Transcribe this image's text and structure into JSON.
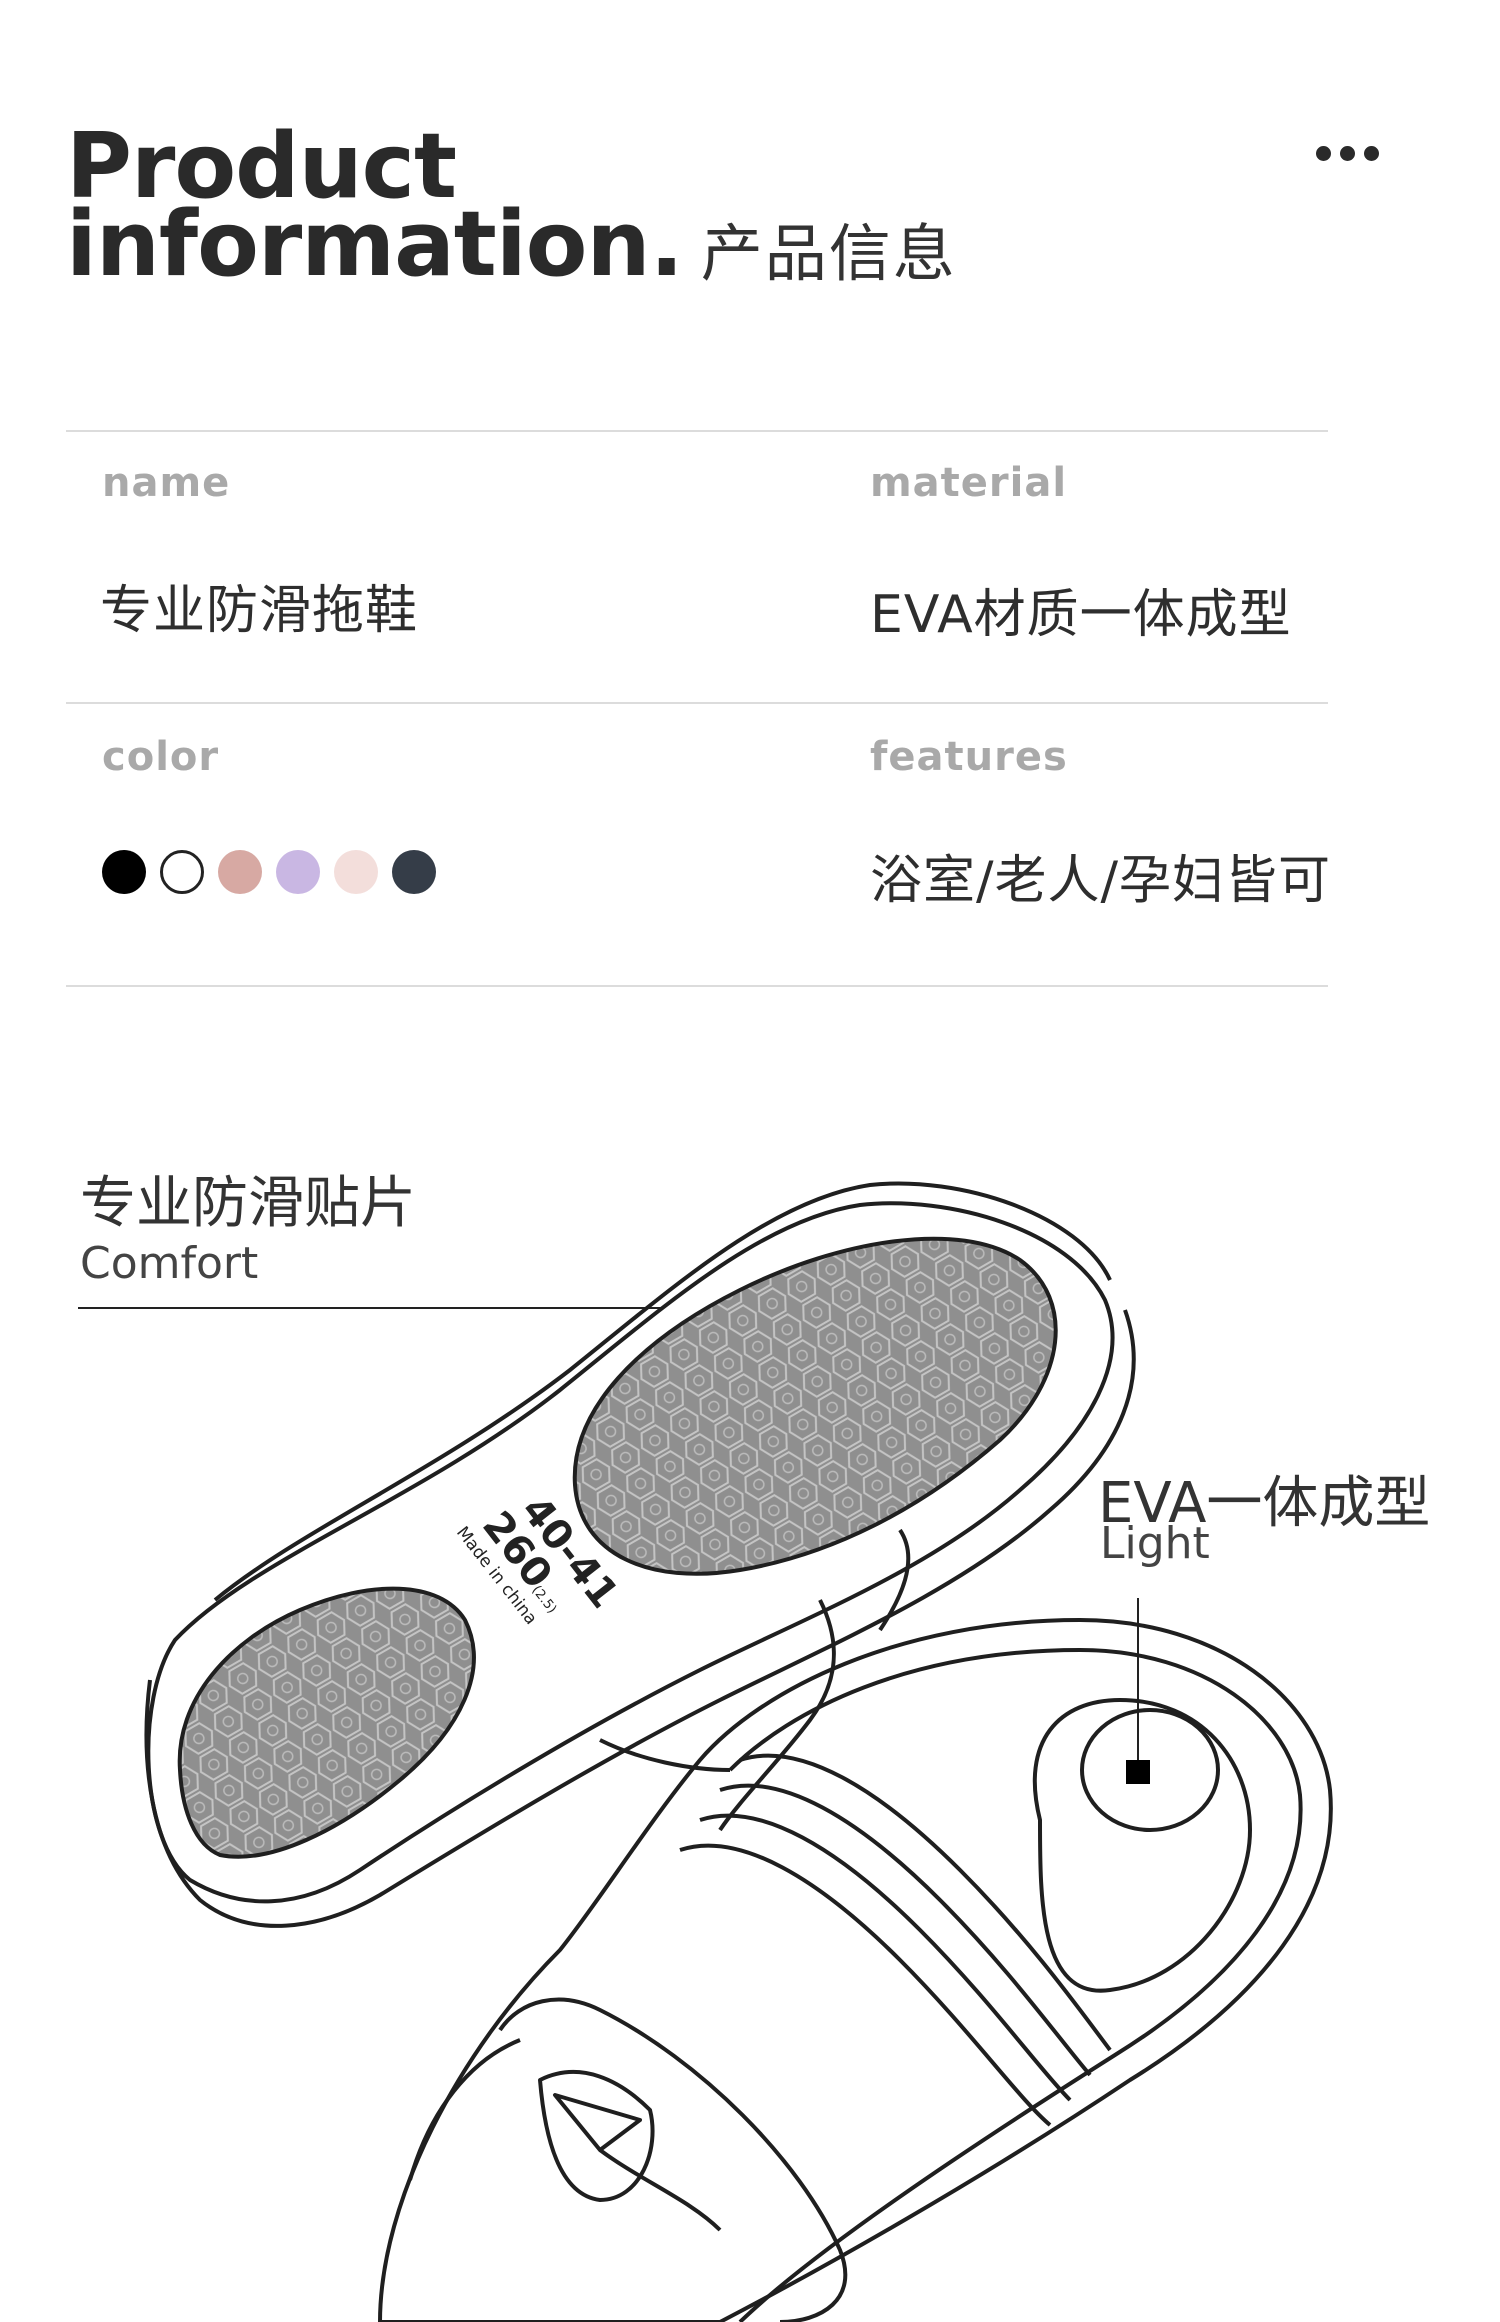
{
  "header": {
    "title_line1": "Product",
    "title_line2": "information.",
    "title_cn": "产品信息"
  },
  "more_icon": "more-horizontal-icon",
  "specs": {
    "name": {
      "label": "name",
      "value": "专业防滑拖鞋"
    },
    "material": {
      "label": "material",
      "value": "EVA材质一体成型"
    },
    "color": {
      "label": "color",
      "swatches": [
        "#000000",
        "#ffffff",
        "#d7a9a3",
        "#c9b7e3",
        "#f3dedb",
        "#353d48"
      ]
    },
    "features": {
      "label": "features",
      "value": "浴室/老人/孕妇皆可"
    }
  },
  "callouts": {
    "comfort": {
      "cn": "专业防滑贴片",
      "en": "Comfort"
    },
    "light": {
      "cn": "EVA一体成型",
      "en": "Light"
    }
  },
  "insole_print": {
    "size_range": "40-41",
    "length": "260",
    "width_note": "(2.5)",
    "made_in": "Made in china"
  }
}
